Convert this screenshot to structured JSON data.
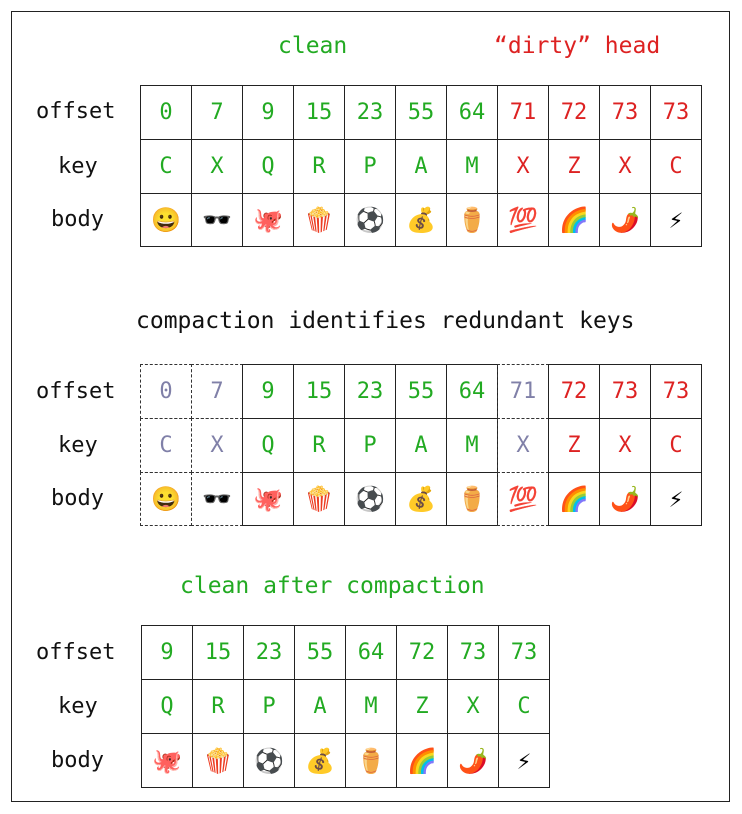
{
  "colors": {
    "clean": "#22aa22",
    "dirty": "#dd2222",
    "removed": "#8080a8",
    "label": "#111111"
  },
  "row_labels": {
    "offset": "offset",
    "key": "key",
    "body": "body"
  },
  "section1": {
    "title_clean": "clean",
    "title_dirty": "“dirty” head",
    "cells": [
      {
        "offset": "0",
        "key": "C",
        "body": "😀",
        "status": "clean"
      },
      {
        "offset": "7",
        "key": "X",
        "body": "🕶️",
        "status": "clean"
      },
      {
        "offset": "9",
        "key": "Q",
        "body": "🐙",
        "status": "clean"
      },
      {
        "offset": "15",
        "key": "R",
        "body": "🍿",
        "status": "clean"
      },
      {
        "offset": "23",
        "key": "P",
        "body": "⚽",
        "status": "clean"
      },
      {
        "offset": "55",
        "key": "A",
        "body": "💰",
        "status": "clean"
      },
      {
        "offset": "64",
        "key": "M",
        "body": "⚱️",
        "status": "clean"
      },
      {
        "offset": "71",
        "key": "X",
        "body": "💯",
        "status": "dirty"
      },
      {
        "offset": "72",
        "key": "Z",
        "body": "🌈",
        "status": "dirty"
      },
      {
        "offset": "73",
        "key": "X",
        "body": "🌶️",
        "status": "dirty"
      },
      {
        "offset": "73",
        "key": "C",
        "body": "⚡",
        "status": "dirty"
      }
    ]
  },
  "section2": {
    "title": "compaction identifies redundant keys",
    "cells": [
      {
        "offset": "0",
        "key": "C",
        "body": "😀",
        "status": "removed"
      },
      {
        "offset": "7",
        "key": "X",
        "body": "🕶️",
        "status": "removed"
      },
      {
        "offset": "9",
        "key": "Q",
        "body": "🐙",
        "status": "clean"
      },
      {
        "offset": "15",
        "key": "R",
        "body": "🍿",
        "status": "clean"
      },
      {
        "offset": "23",
        "key": "P",
        "body": "⚽",
        "status": "clean"
      },
      {
        "offset": "55",
        "key": "A",
        "body": "💰",
        "status": "clean"
      },
      {
        "offset": "64",
        "key": "M",
        "body": "⚱️",
        "status": "clean"
      },
      {
        "offset": "71",
        "key": "X",
        "body": "💯",
        "status": "removed"
      },
      {
        "offset": "72",
        "key": "Z",
        "body": "🌈",
        "status": "dirty"
      },
      {
        "offset": "73",
        "key": "X",
        "body": "🌶️",
        "status": "dirty"
      },
      {
        "offset": "73",
        "key": "C",
        "body": "⚡",
        "status": "dirty"
      }
    ]
  },
  "section3": {
    "title": "clean after compaction",
    "cells": [
      {
        "offset": "9",
        "key": "Q",
        "body": "🐙",
        "status": "clean"
      },
      {
        "offset": "15",
        "key": "R",
        "body": "🍿",
        "status": "clean"
      },
      {
        "offset": "23",
        "key": "P",
        "body": "⚽",
        "status": "clean"
      },
      {
        "offset": "55",
        "key": "A",
        "body": "💰",
        "status": "clean"
      },
      {
        "offset": "64",
        "key": "M",
        "body": "⚱️",
        "status": "clean"
      },
      {
        "offset": "72",
        "key": "Z",
        "body": "🌈",
        "status": "clean"
      },
      {
        "offset": "73",
        "key": "X",
        "body": "🌶️",
        "status": "clean"
      },
      {
        "offset": "73",
        "key": "C",
        "body": "⚡",
        "status": "clean"
      }
    ]
  }
}
